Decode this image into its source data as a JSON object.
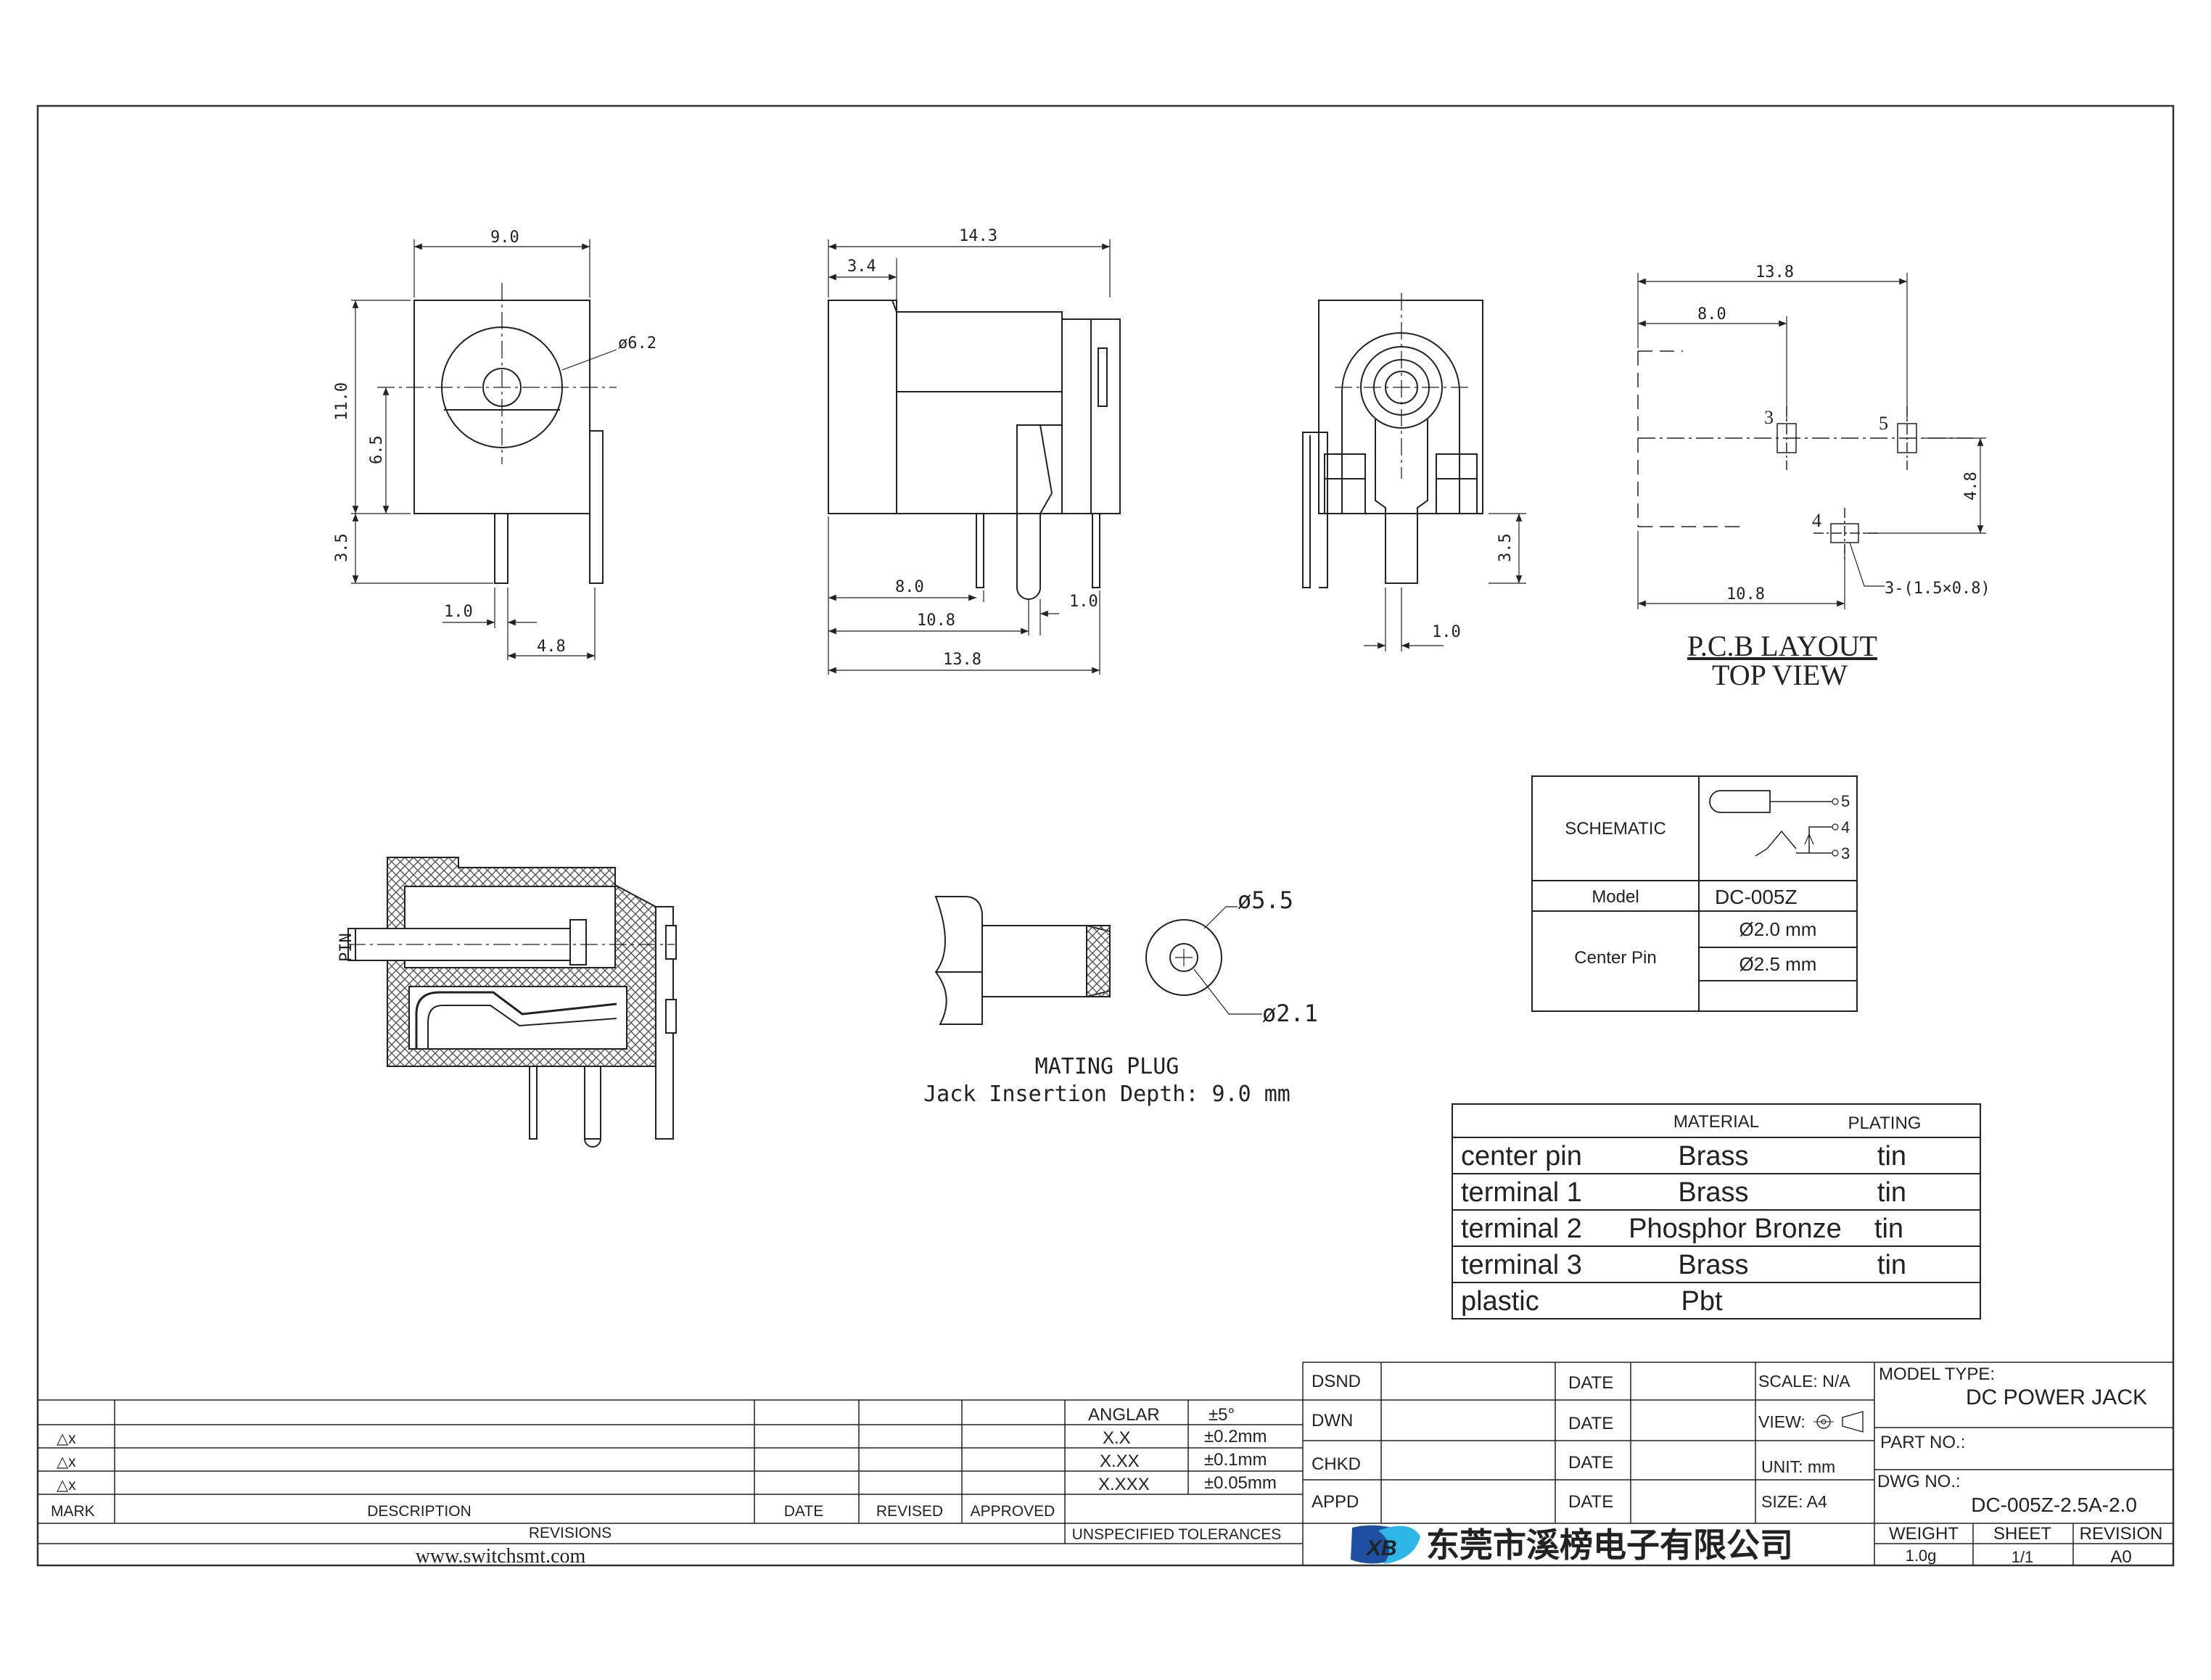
{
  "views": {
    "front": {
      "dim_width": "9.0",
      "dim_dia": "ø6.2",
      "dim_height": "11.0",
      "dim_center": "6.5",
      "dim_pin_len": "3.5",
      "dim_pin_w": "1.0",
      "dim_pin_off": "4.8"
    },
    "side": {
      "dim_length": "14.3",
      "dim_front": "3.4",
      "dim_8": "8.0",
      "dim_10": "10.8",
      "dim_13": "13.8",
      "dim_pin_w": "1.0"
    },
    "rear": {
      "dim_pin_len": "3.5",
      "dim_pin_w": "1.0"
    },
    "pcb": {
      "dim_13": "13.8",
      "dim_8": "8.0",
      "dim_48": "4.8",
      "dim_10": "10.8",
      "pad_3": "3",
      "pad_5": "5",
      "pad_4": "4",
      "slot_note": "3-(1.5×0.8)",
      "title1": "P.C.B LAYOUT",
      "title2": "TOP VIEW"
    },
    "section": {
      "pin_label": "PIN"
    }
  },
  "plug": {
    "dia_outer": "ø5.5",
    "dia_inner": "ø2.1",
    "title": "MATING PLUG",
    "subtitle": "Jack Insertion Depth: 9.0 mm"
  },
  "schematic_table": {
    "schematic_label": "SCHEMATIC",
    "pins": [
      "5",
      "4",
      "3"
    ],
    "model_label": "Model",
    "model_value": "DC-005Z",
    "center_pin_label": "Center Pin",
    "center_pin_values": [
      "Ø2.0 mm",
      "Ø2.5 mm"
    ]
  },
  "material_table": {
    "headers": [
      "",
      "MATERIAL",
      "PLATING"
    ],
    "rows": [
      [
        "center pin",
        "Brass",
        "tin"
      ],
      [
        "terminal 1",
        "Brass",
        "tin"
      ],
      [
        "terminal 2",
        "Phosphor Bronze",
        "tin"
      ],
      [
        "terminal 3",
        "Brass",
        "tin"
      ],
      [
        "plastic",
        "Pbt",
        ""
      ]
    ]
  },
  "revisions": {
    "marks": [
      "△x",
      "△x",
      "△x"
    ],
    "headers": {
      "mark": "MARK",
      "description": "DESCRIPTION",
      "date": "DATE",
      "revised": "REVISED",
      "approved": "APPROVED"
    },
    "section_label": "REVISIONS",
    "website": "www.switchsmt.com"
  },
  "tolerances": {
    "rows": [
      [
        "ANGLAR",
        "±5°"
      ],
      [
        "X.X",
        "±0.2mm"
      ],
      [
        "X.XX",
        "±0.1mm"
      ],
      [
        "X.XXX",
        "±0.05mm"
      ]
    ],
    "label": "UNSPECIFIED TOLERANCES"
  },
  "signoff": {
    "rows": [
      "DSND",
      "DWN",
      "CHKD",
      "APPD"
    ],
    "date_label": "DATE",
    "scale": "SCALE: N/A",
    "view": "VIEW:",
    "unit": "UNIT: mm",
    "size": "SIZE: A4"
  },
  "title_block": {
    "model_type_label": "MODEL TYPE:",
    "model_type_value": "DC POWER JACK",
    "part_no_label": "PART NO.:",
    "dwg_no_label": "DWG NO.:",
    "dwg_no_value": "DC-005Z-2.5A-2.0",
    "weight_label": "WEIGHT",
    "weight_value": "1.0g",
    "sheet_label": "SHEET",
    "sheet_value": "1/1",
    "revision_label": "REVISION",
    "revision_value": "A0",
    "company": "东莞市溪榜电子有限公司",
    "logo_text": "XB"
  },
  "colors": {
    "line": "#222222",
    "logo_blue": "#1f4fa0",
    "logo_cyan": "#2db6e6",
    "hatch": "#555555"
  }
}
